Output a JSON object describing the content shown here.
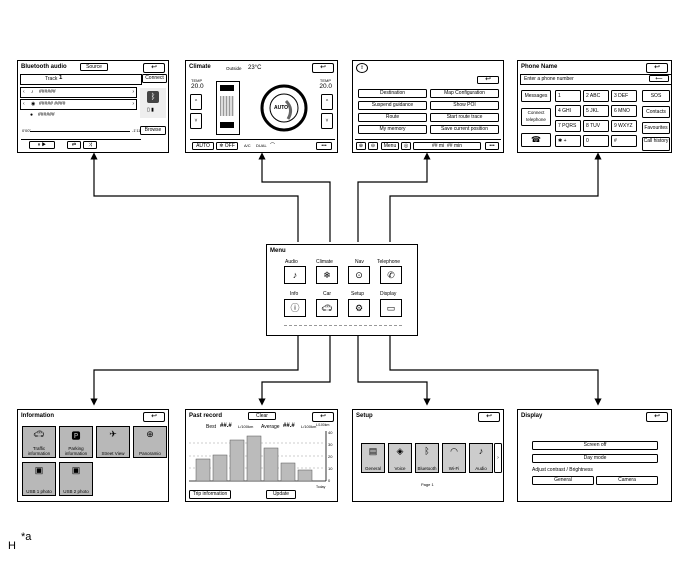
{
  "bluetooth_audio": {
    "title": "Bluetooth audio",
    "source": "Source",
    "connect": "Connect",
    "track_label": "Track",
    "track_number": "1",
    "row1": "######",
    "row2": "##### ####",
    "row3": "######",
    "browse": "Browse",
    "time_start": "0'00\"",
    "time_end": "-1'11\""
  },
  "climate": {
    "title": "Climate",
    "outside_label": "Outside",
    "outside_temp": "23°C",
    "temp_label": "TEMP",
    "temp_left": "20.0",
    "temp_right": "20.0",
    "auto": "AUTO",
    "auto_btn": "AUTO",
    "off_btn": "OFF",
    "ac": "A/C",
    "dual": "DUAL",
    "more": "•••"
  },
  "nav": {
    "destination": "Destination",
    "map_config": "Map Configuration",
    "suspend": "Suspend guidance",
    "show_poi": "Show POI",
    "route": "Route",
    "start_trace": "Start route trace",
    "my_memory": "My memory",
    "save_position": "Save current position",
    "menu": "Menu",
    "dist1": "## mi",
    "dist2": "## min",
    "more": "•••"
  },
  "phone": {
    "title": "Phone Name",
    "placeholder": "Enter a phone number",
    "messages": "Messages",
    "connect_tel": "Connect telephone",
    "keys": [
      "1",
      "2 ABC",
      "3 DEF",
      "4 GHI",
      "5 JKL",
      "6 MNO",
      "7 PQRS",
      "8 TUV",
      "9 WXYZ",
      "✱ +",
      "0",
      "#"
    ],
    "sos": "SOS",
    "contacts": "Contacts",
    "favourites": "Favourites",
    "call_history": "Call history"
  },
  "menu": {
    "title": "Menu",
    "labels": [
      "Audio",
      "Climate",
      "Nav",
      "Telephone",
      "Info",
      "Car",
      "Setup",
      "Display"
    ]
  },
  "information": {
    "title": "Information",
    "tiles": [
      "Traffic information",
      "Parking information",
      "Street View",
      "Panoramio",
      "USB 1 photo",
      "USB 2 photo"
    ]
  },
  "past_record": {
    "title": "Past record",
    "clear": "Clear",
    "best_label": "Best",
    "best_value": "##.#",
    "unit": "L/100km",
    "avg_label": "Average",
    "avg_value": "##.#",
    "y_unit": "L/100km",
    "y_ticks": [
      "40",
      "30",
      "20",
      "10",
      "0"
    ],
    "today": "Today",
    "trip_info": "Trip information",
    "update": "Update"
  },
  "setup": {
    "title": "Setup",
    "tiles": [
      "General",
      "Voice",
      "Bluetooth",
      "Wi-Fi",
      "Audio"
    ],
    "page": "Page 1"
  },
  "display": {
    "title": "Display",
    "screen_off": "Screen off",
    "day_mode": "Day mode",
    "adjust_label": "Adjust contrast / Brightness",
    "general": "General",
    "camera": "Camera"
  },
  "footer": {
    "letter": "H",
    "marker": "*a"
  }
}
